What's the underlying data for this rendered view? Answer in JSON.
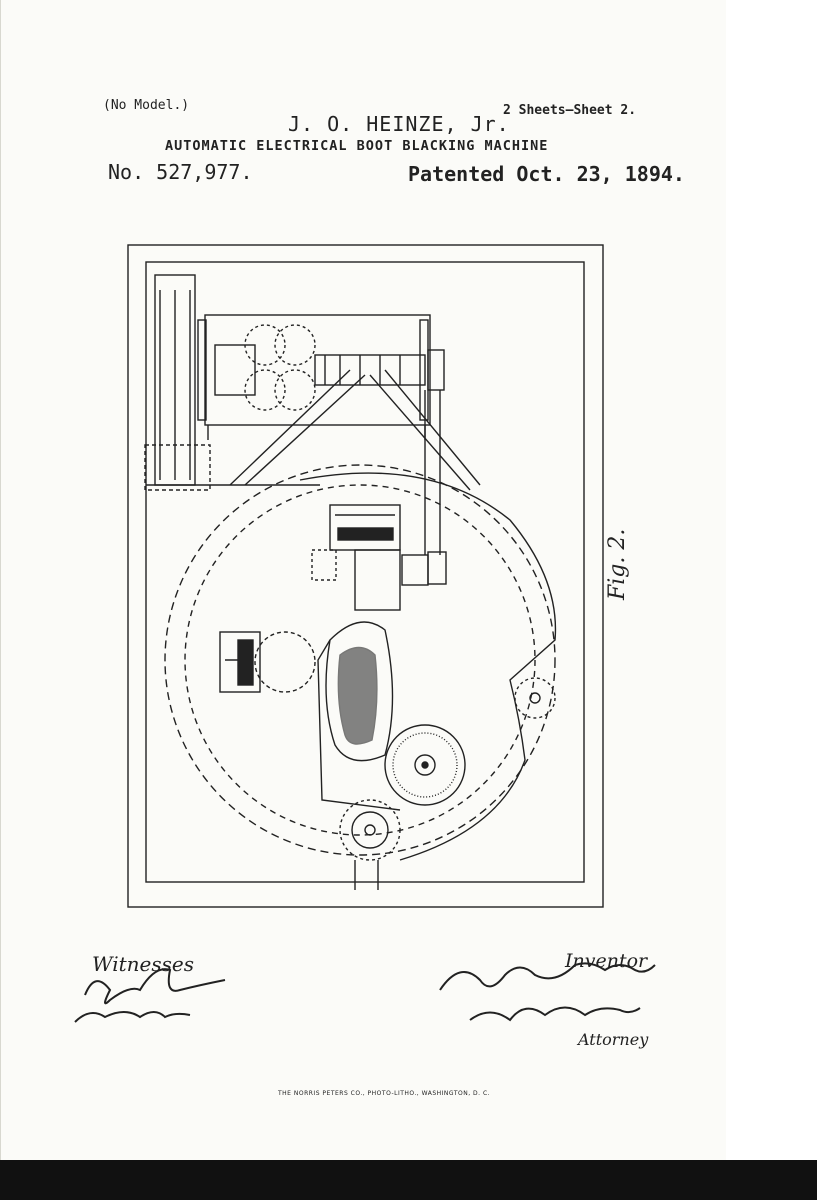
{
  "header": {
    "model": "(No Model.)",
    "sheets": "2 Sheets—Sheet 2.",
    "inventor_name": "J. O. HEINZE, Jr.",
    "title": "AUTOMATIC ELECTRICAL BOOT BLACKING MACHINE",
    "patent_number": "No. 527,977.",
    "patent_date": "Patented Oct. 23, 1894."
  },
  "figure": {
    "label": "Fig. 2."
  },
  "footer": {
    "witnesses_label": "Witnesses",
    "inventor_label": "Inventor",
    "attorney_label": "Attorney",
    "printer": "THE NORRIS PETERS CO., PHOTO-LITHO., WASHINGTON, D. C."
  },
  "colors": {
    "ink": "#222222",
    "paper": "#fbfbf8",
    "strip": "#111111"
  }
}
